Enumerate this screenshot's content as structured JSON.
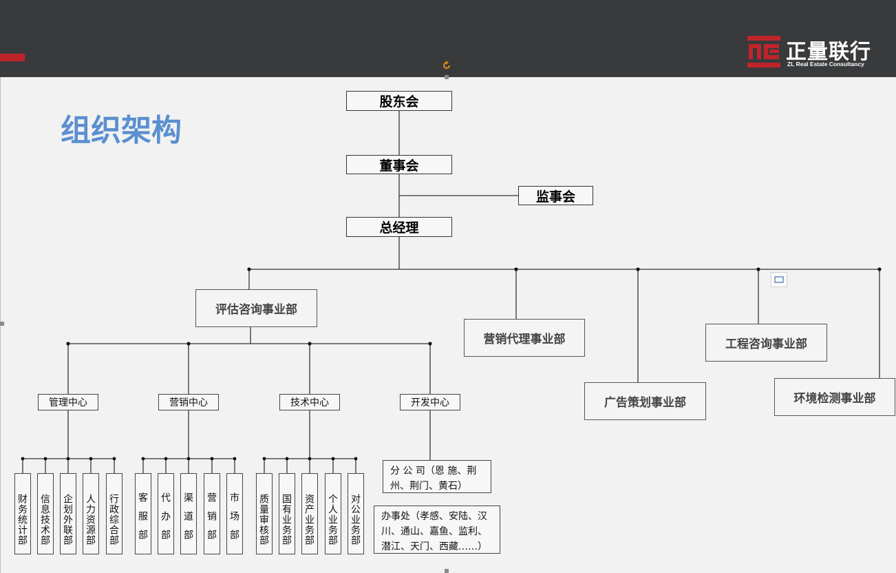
{
  "header": {
    "logo_cn": "正量联行",
    "logo_en": "ZL Real Estate Consultancy",
    "logo_mark_icon": "zl-logo-icon",
    "brand_color": "#c0242b",
    "bar_color": "#383a3c"
  },
  "page_title": "组织架构",
  "title_color": "#5b8fd0",
  "org": {
    "shareholders": "股东会",
    "board": "董事会",
    "supervisors": "监事会",
    "gm": "总经理",
    "divisions": {
      "appraisal": "评估咨询事业部",
      "marketing_agency": "营销代理事业部",
      "advertising": "广告策划事业部",
      "engineering": "工程咨询事业部",
      "env_testing": "环境检测事业部"
    },
    "centers": {
      "management": "管理中心",
      "marketing": "营销中心",
      "technology": "技术中心",
      "development": "开发中心"
    },
    "management_depts": [
      "财务统计部",
      "信息技术部",
      "企划外联部",
      "人力资源部",
      "行政综合部"
    ],
    "marketing_depts": [
      "客服部",
      "代办部",
      "渠道部",
      "营销部",
      "市场部"
    ],
    "technology_depts": [
      "质量审核部",
      "国有业务部",
      "资产业务部",
      "个人业务部",
      "对公业务部"
    ],
    "branches": {
      "line1": "分 公 司（恩 施、荆",
      "line2": "州、荆门、黄石）"
    },
    "offices": {
      "line1": "办事处（孝感、安陆、汉",
      "line2": "川、通山、嘉鱼、监利、",
      "line3": "潜江、天门、西藏……）"
    }
  },
  "icons": {
    "rotate": "rotate-handle-icon",
    "layout_options": "layout-options-icon"
  }
}
